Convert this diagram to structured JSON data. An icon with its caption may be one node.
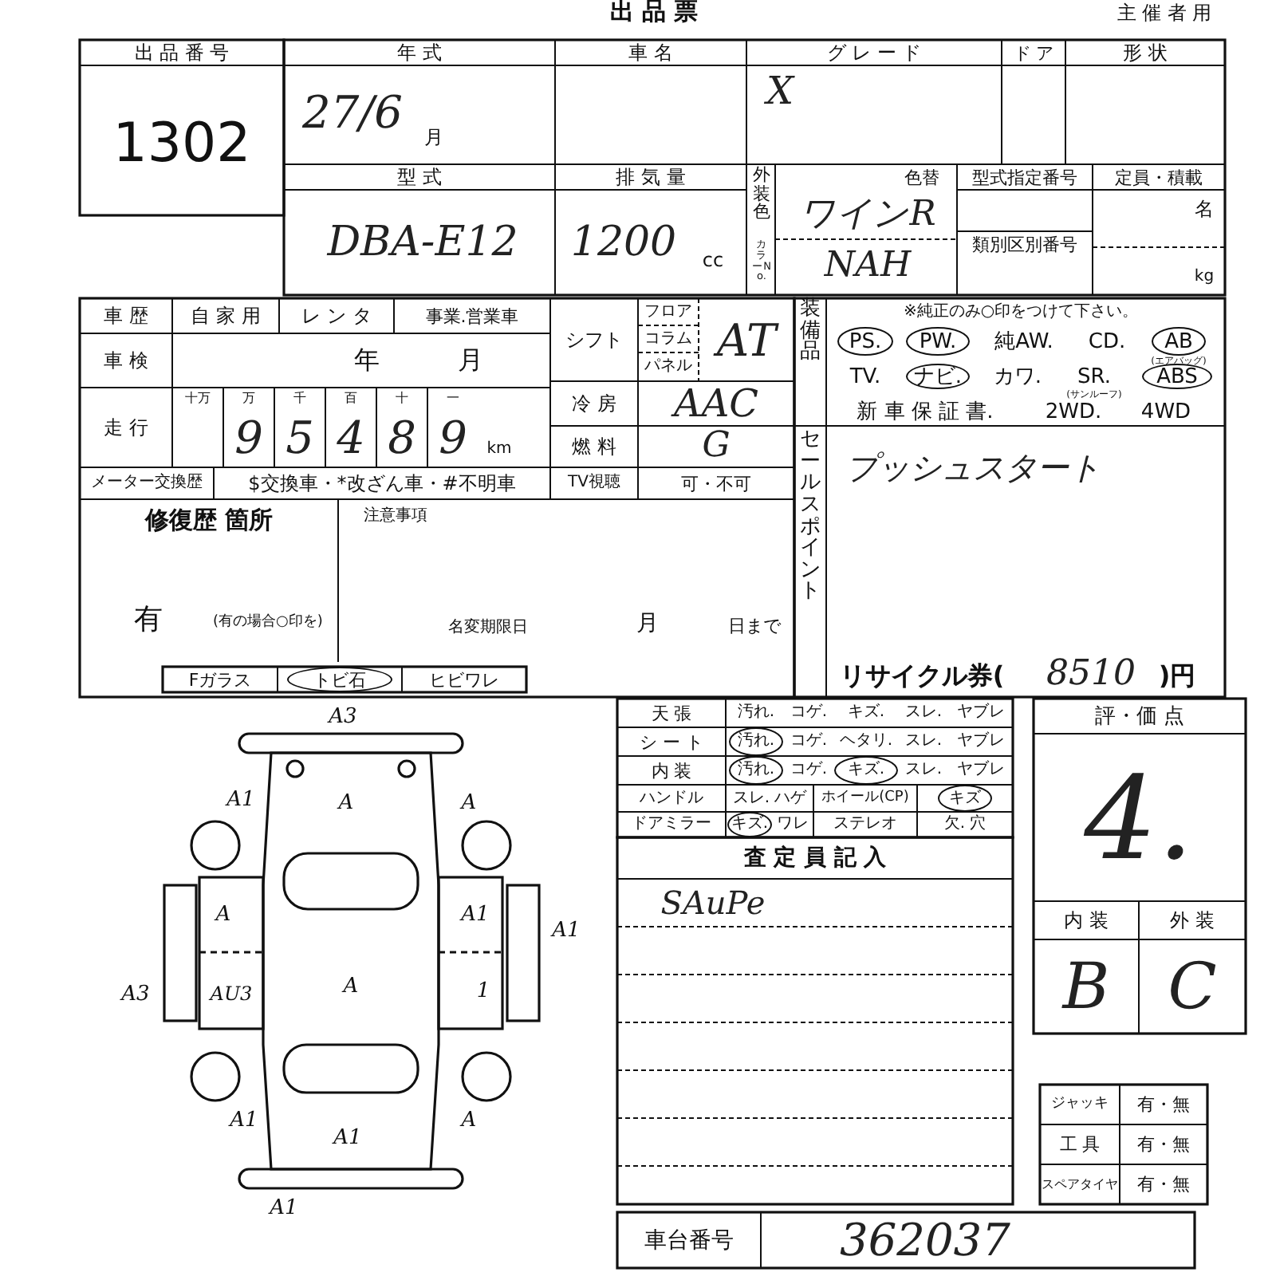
{
  "diagram": {
    "title": "出 品 票",
    "labels": [
      "出 品 番 号",
      "1302",
      "年 式",
      "27/6",
      "月",
      "車 名",
      "グ レ ー ド",
      "X",
      "ド ア",
      "形 状",
      "型 式",
      "DBA-E12",
      "排 気 量",
      "1200",
      "cc",
      "外装色",
      "カラーNo.",
      "色替",
      "ワインR",
      "NAH",
      "型式指定番号",
      "類別区別番号",
      "定員・積載",
      "名",
      "kg",
      "車 歴",
      "自 家 用",
      "レ ン タ",
      "事業.営業車",
      "シフト",
      "フロア",
      "コラム",
      "パネル",
      "AT",
      "装備品",
      "※純正のみ○印をつけて下さい。",
      "PS.",
      "PW.",
      "純AW.",
      "CD.",
      "AB",
      "(エアバッグ)",
      "TV.",
      "ナビ.",
      "カワ.",
      "SR.",
      "(サンルーフ)",
      "ABS",
      "新 車 保 証 書.",
      "2WD.",
      "4WD",
      "車 検",
      "年",
      "月",
      "冷 房",
      "AAC",
      "走 行",
      "十万",
      "万",
      "千",
      "百",
      "十",
      "一",
      "9",
      "5",
      "4",
      "8",
      "9",
      "km",
      "燃 料",
      "G",
      "メーター交換歴",
      "$交換車・*改ざん車・#不明車",
      "TV視聴",
      "可・不可",
      "セールスポイント",
      "プッシュスタート",
      "修復歴 箇所",
      "注意事項",
      "有",
      "(有の場合○印を)",
      "名変期限日",
      "月",
      "日まで",
      "Fガラス",
      "トビ石",
      "ヒビワレ",
      "リサイクル券(",
      "8510",
      ")円",
      "天 張",
      "汚れ.",
      "コゲ.",
      "キズ.",
      "スレ.",
      "ヤブレ",
      "シ ー ト",
      "汚れ.",
      "コゲ.",
      "ヘタリ.",
      "スレ.",
      "ヤブレ",
      "内 装",
      "汚れ.",
      "コゲ.",
      "キズ.",
      "スレ.",
      "ヤブレ",
      "ハンドル",
      "スレ. ハゲ",
      "ホイール(CP)",
      "キズ",
      "ドアミラー",
      "キズ.",
      "ワレ",
      "ステレオ",
      "欠. 穴",
      "査 定 員 記 入",
      "SAuPe",
      "評・価 点",
      "4.",
      "内 装",
      "外 装",
      "B",
      "C",
      "ジャッキ",
      "有・無",
      "工 具",
      "有・無",
      "スペアタイヤ",
      "有・無",
      "車台番号",
      "362037",
      "主 催 者 用",
      "A3",
      "A1",
      "A",
      "A",
      "A",
      "A1",
      "A1",
      "A3",
      "AU3",
      "A",
      "1",
      "A1",
      "A",
      "A1",
      "A1"
    ]
  }
}
